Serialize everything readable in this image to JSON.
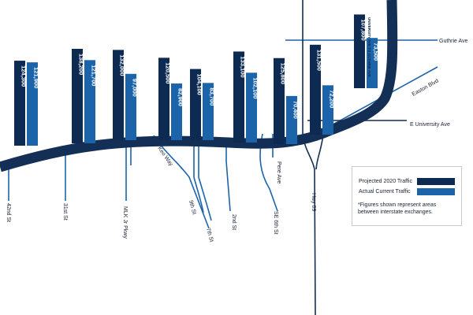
{
  "chart_data": {
    "type": "bar",
    "title": "",
    "xlabel": "",
    "ylabel": "",
    "categories": [
      "42nd St to 31st St",
      "31st St to MLK Jr Pkwy",
      "MLK Jr Pkwy to Keo Way",
      "Keo Way to 7th St",
      "7th St to 2nd St",
      "2nd St to SE 6th St",
      "SE 6th St to Pere Ave",
      "Pere Ave to Hwy 69",
      "East of Hwy 69 (Guthrie Ave)"
    ],
    "series": [
      {
        "name": "Projected 2020 Traffic",
        "color": "#0d2b52",
        "values": [
          124300,
          138200,
          132000,
          120500,
          104100,
          133100,
          125800,
          131500,
          107800
        ],
        "labels": [
          "124,300",
          "138,200",
          "132,000",
          "120,500",
          "104,100",
          "133,100",
          "125,800",
          "131,500",
          "107,800"
        ]
      },
      {
        "name": "Actual Current Traffic",
        "color": "#1c64aa",
        "values": [
          121900,
          121700,
          97000,
          82900,
          83700,
          102100,
          70400,
          72200,
          73500
        ],
        "labels": [
          "121,900",
          "121,700",
          "97,000",
          "82,900",
          "83,700",
          "102,100",
          "70,400",
          "72,200",
          "73,500"
        ]
      }
    ],
    "note_label": "UNIVERSITY AVE TO GUTHRIE AVE",
    "legend_position": "bottom-right",
    "grid": false
  },
  "streets": {
    "cross": [
      "42nd St",
      "31st St",
      "MLK Jr Pkwy",
      "Keo Way",
      "9th St",
      "7th St",
      "2nd St",
      "SE 6th St",
      "Pere Ave",
      "Hwy 69"
    ],
    "east": [
      "Guthrie Ave",
      "Easton Blvd",
      "E University Ave"
    ]
  },
  "legend": {
    "projected_label": "Projected 2020 Traffic",
    "actual_label": "Actual Current Traffic",
    "note": "*Figures shown represent areas between interstate exchanges."
  },
  "colors": {
    "road_dark": "#0d2b52",
    "road_light": "#1c64aa",
    "interstate": "#132f55"
  }
}
